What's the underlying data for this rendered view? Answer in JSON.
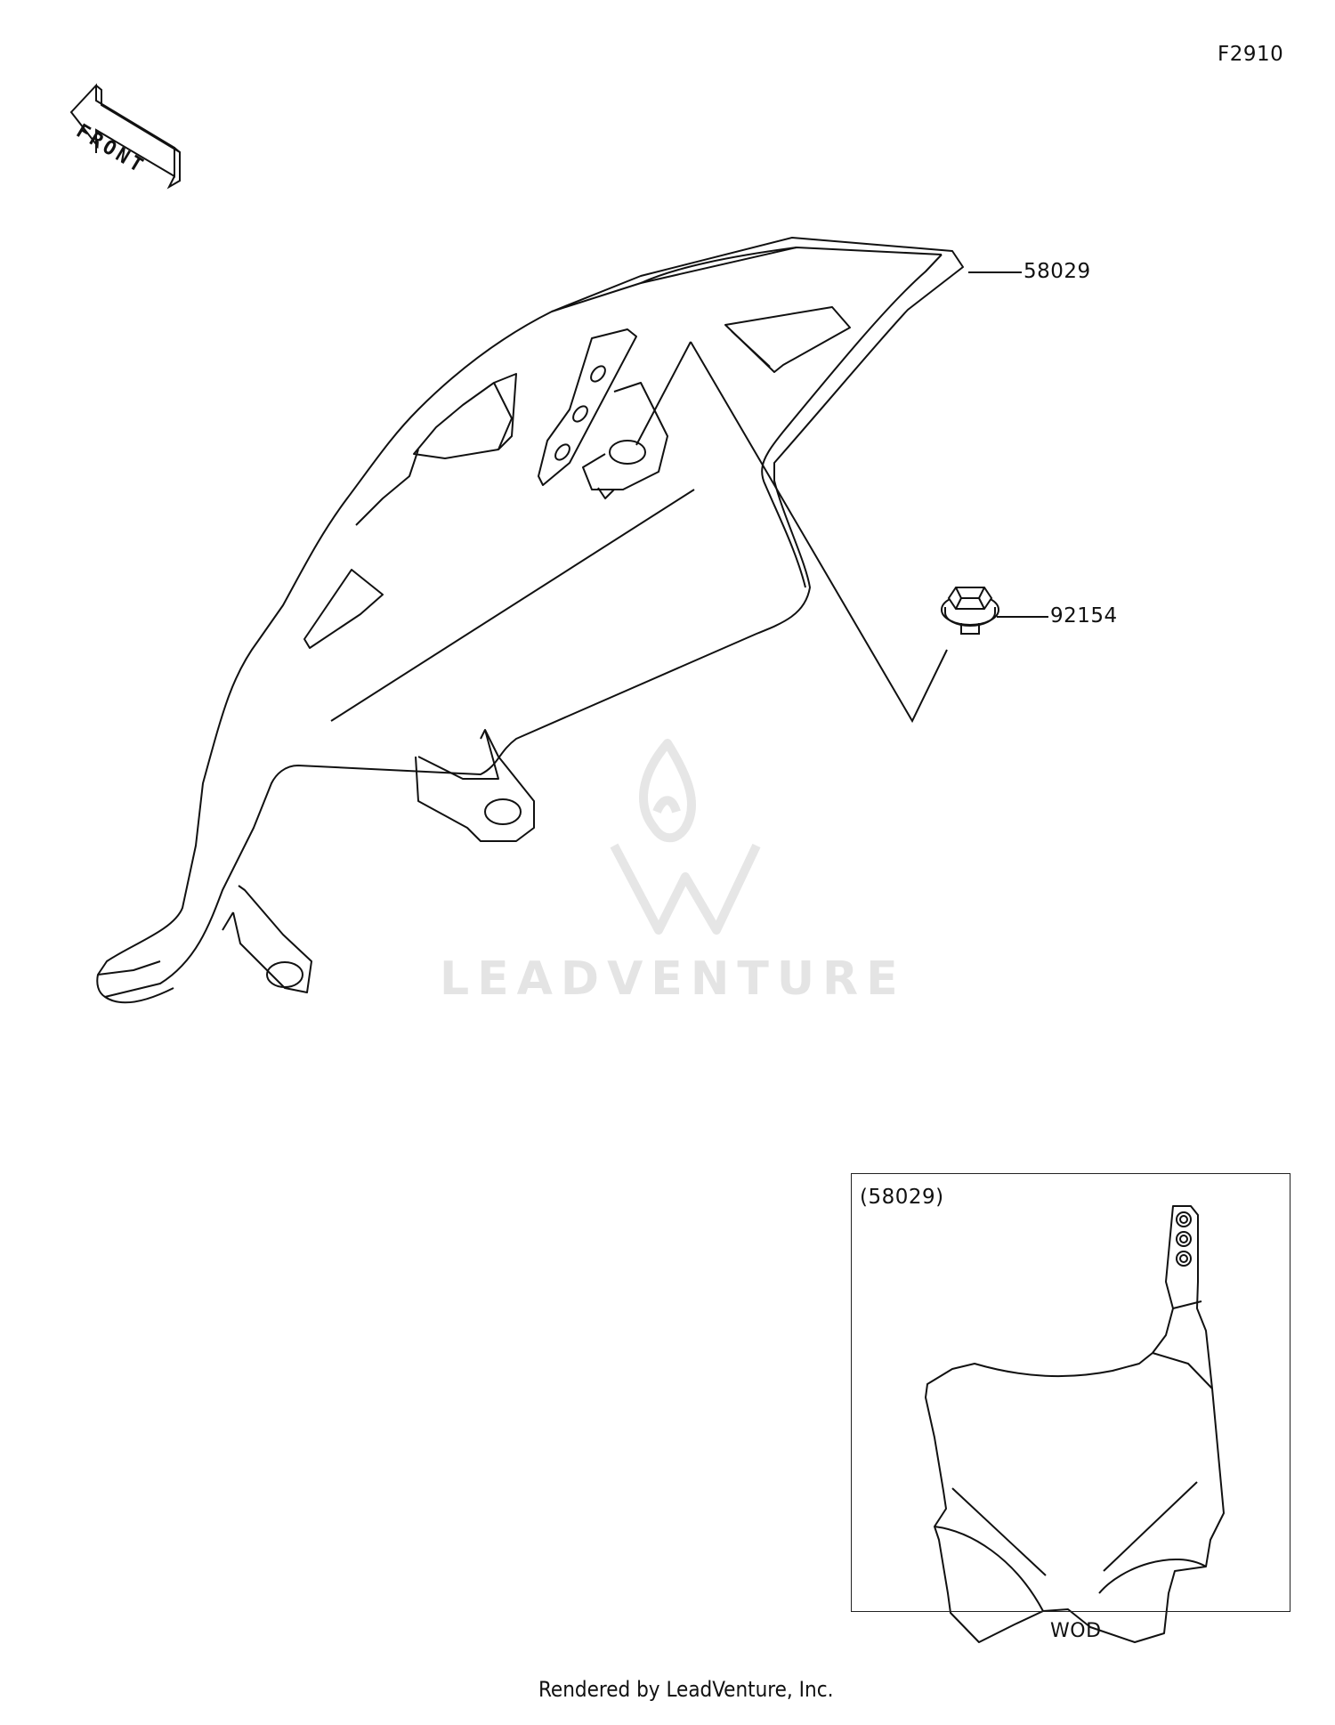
{
  "figure_code": "F2910",
  "front_label": "FRONT",
  "callouts": [
    {
      "part_number": "58029"
    },
    {
      "part_number": "92154"
    }
  ],
  "inset": {
    "label": "(58029)",
    "variant": "WOD"
  },
  "watermark": "LEADVENTURE",
  "footer": "Rendered by LeadVenture, Inc."
}
